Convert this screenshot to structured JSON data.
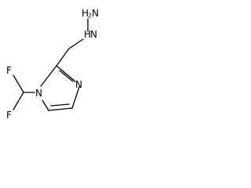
{
  "molecule": {
    "atoms": {
      "hydrazine_N": "H",
      "hydrazine_N_sub": "2",
      "hydrazine_N_symbol": "N",
      "amine_H": "H",
      "amine_N": "N",
      "ring_N_imine": "N",
      "ring_N_substituted": "N",
      "fluorine_top": "F",
      "fluorine_bottom": "F"
    }
  },
  "colors": {
    "bond": "#000000",
    "background": "#ffffff"
  }
}
